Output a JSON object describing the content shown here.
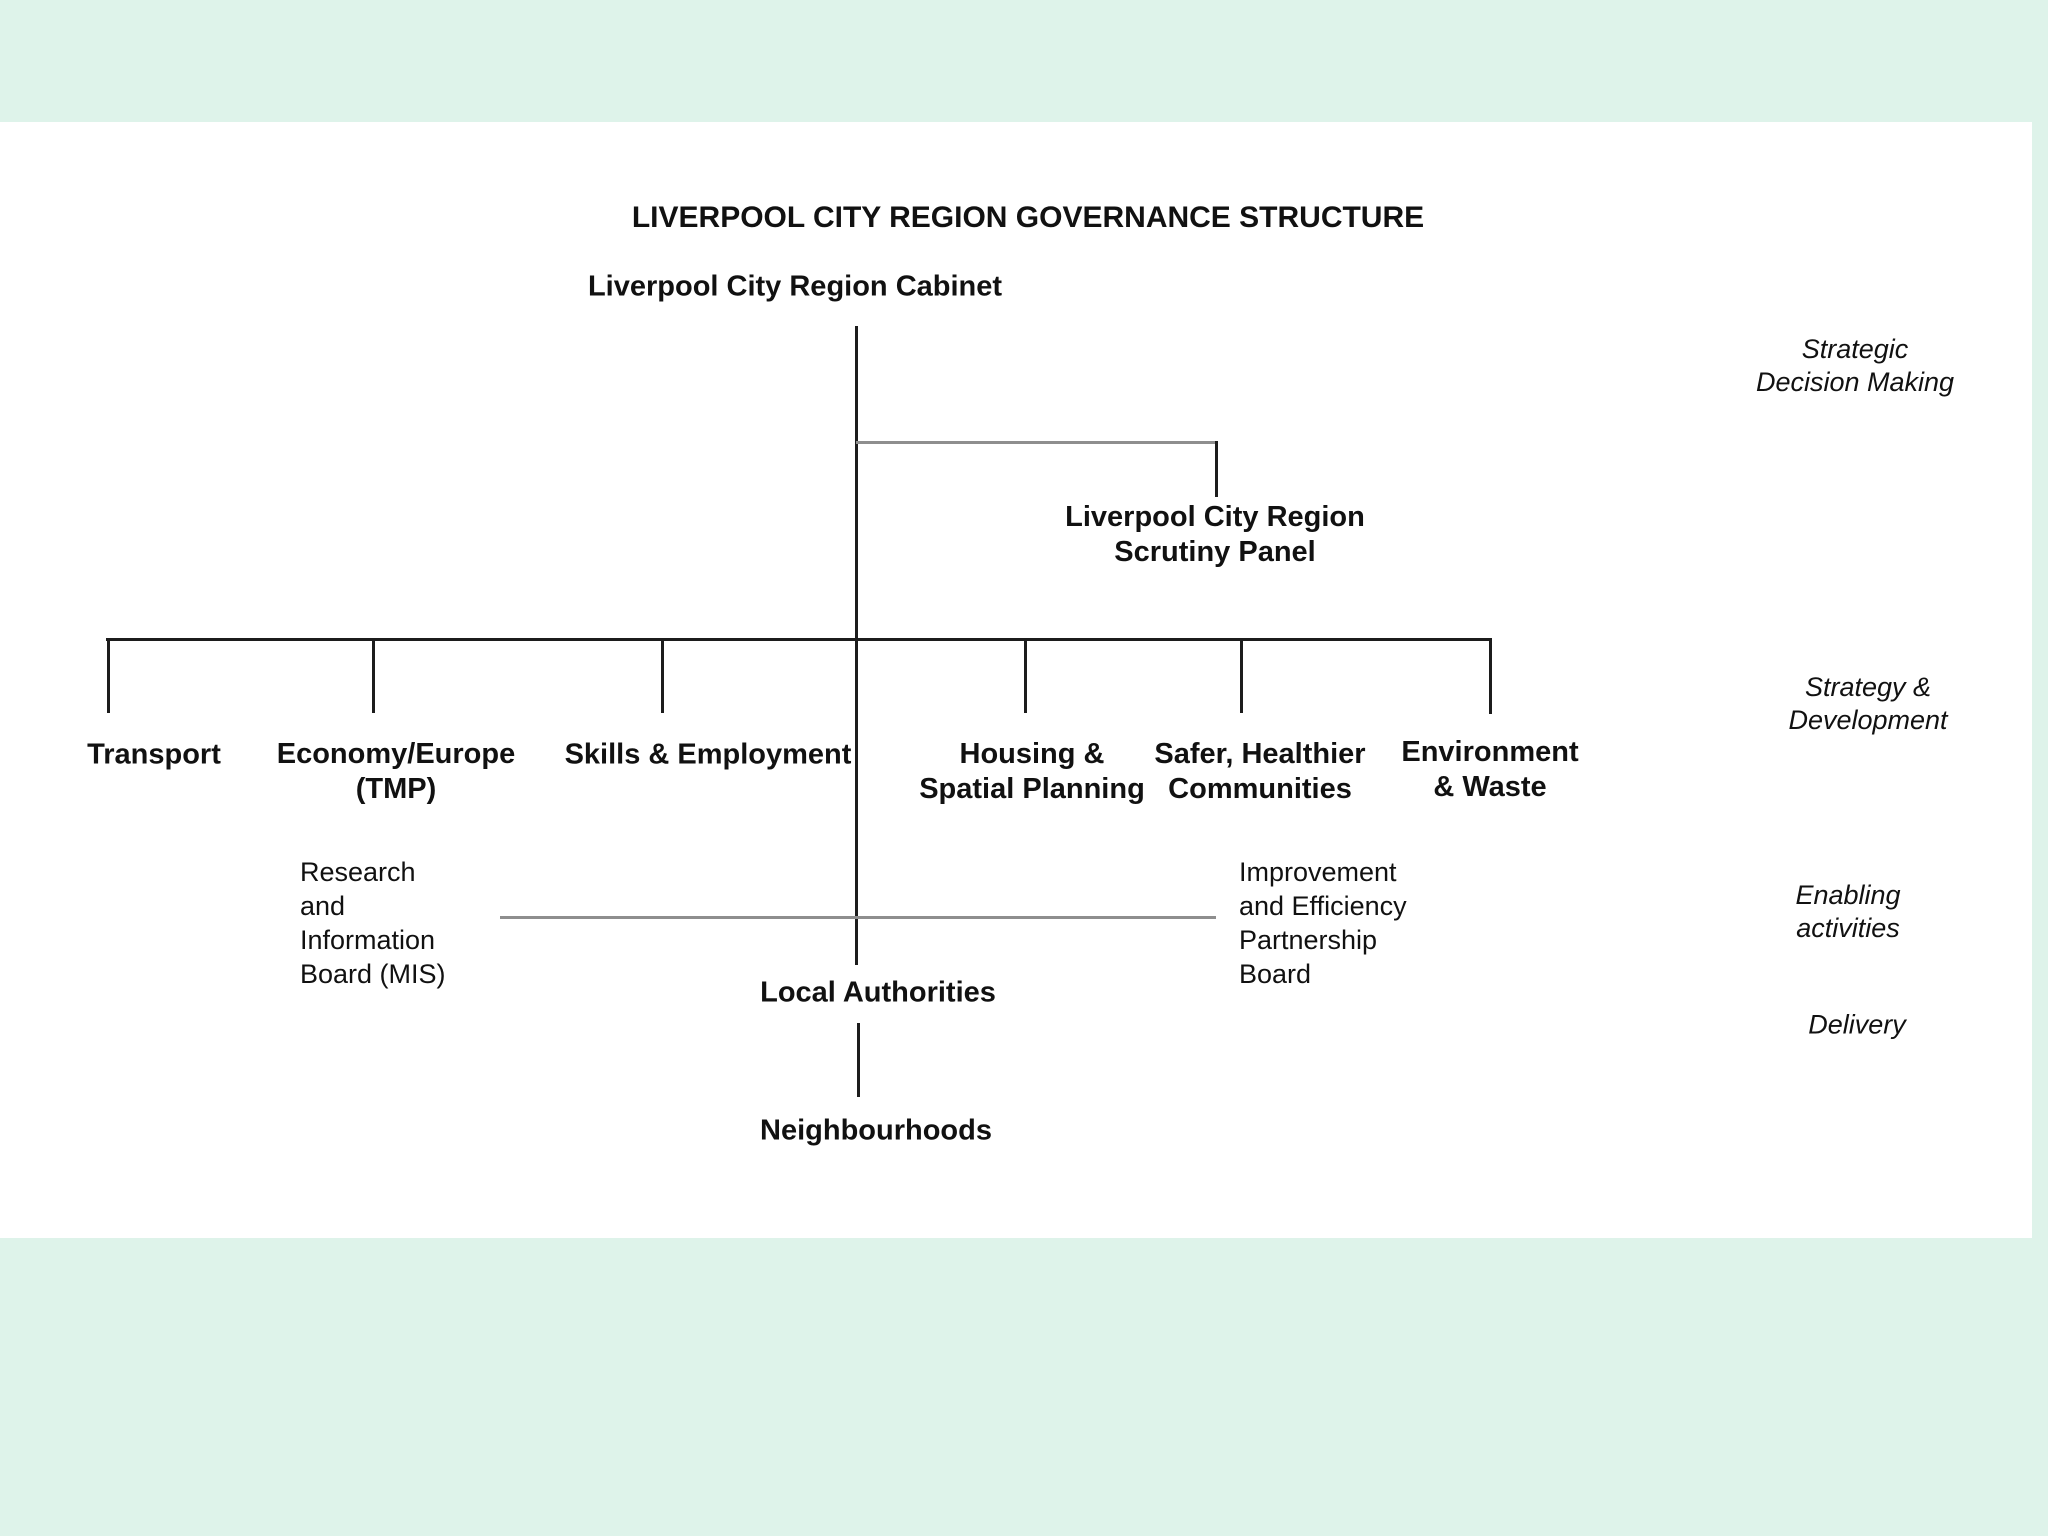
{
  "colors": {
    "background": "#def3ea",
    "sheet": "#ffffff",
    "line": "#1c1c1c",
    "connector_gray": "#8e8e8e",
    "text": "#111111"
  },
  "title": {
    "text": "LIVERPOOL CITY REGION GOVERNANCE STRUCTURE"
  },
  "cabinet": {
    "label": "Liverpool City Region Cabinet"
  },
  "scrutiny_panel": {
    "lines": [
      "Liverpool City Region",
      "Scrutiny Panel"
    ]
  },
  "branches": [
    {
      "id": "transport",
      "lines": [
        "Transport"
      ]
    },
    {
      "id": "economy-europe",
      "lines": [
        "Economy/Europe",
        "(TMP)"
      ]
    },
    {
      "id": "skills-employment",
      "lines": [
        "Skills & Employment"
      ]
    },
    {
      "id": "housing-spatial-planning",
      "lines": [
        "Housing &",
        "Spatial Planning"
      ]
    },
    {
      "id": "safer-healthier-communities",
      "lines": [
        "Safer, Healthier",
        "Communities"
      ]
    },
    {
      "id": "environment-waste",
      "lines": [
        "Environment",
        "& Waste"
      ]
    }
  ],
  "research_board": {
    "lines": [
      "Research",
      "and",
      "Information",
      "Board (MIS)"
    ]
  },
  "improvement_board": {
    "lines": [
      "Improvement",
      "and Efficiency",
      "Partnership",
      "Board"
    ]
  },
  "local_authorities": {
    "label": "Local Authorities"
  },
  "neighbourhoods": {
    "label": "Neighbourhoods"
  },
  "side_labels": [
    {
      "id": "strategic-decision-making",
      "lines": [
        "Strategic",
        "Decision Making"
      ]
    },
    {
      "id": "strategy-development",
      "lines": [
        "Strategy &",
        "Development"
      ]
    },
    {
      "id": "enabling-activities",
      "lines": [
        "Enabling",
        "activities"
      ]
    },
    {
      "id": "delivery",
      "lines": [
        "Delivery"
      ]
    }
  ]
}
